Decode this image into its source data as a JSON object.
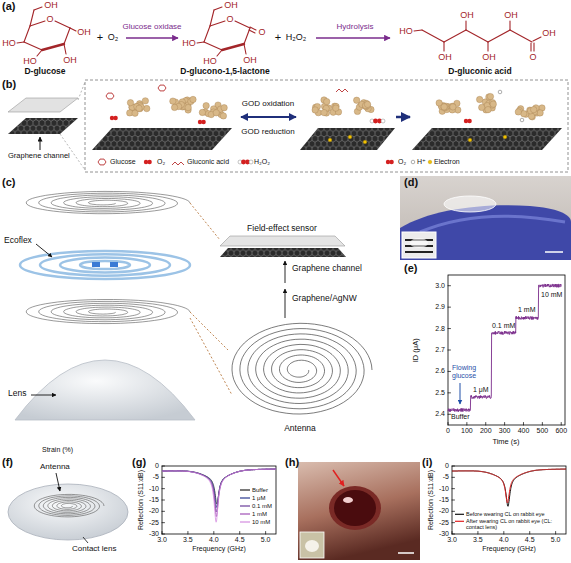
{
  "diagram": {
    "labels": [
      "(a)",
      "OH",
      "O",
      "OH",
      "OH",
      "HO",
      "HO",
      "D-glucose",
      "+",
      "O₂",
      "Glucose oxidase",
      "OH",
      "O",
      "O",
      "OH",
      "HO",
      "HO",
      "D-glucono-1,5-lactone",
      "+",
      "H₂O₂",
      "Hydrolysis",
      "HO",
      "OH",
      "OH",
      "OH",
      "OH",
      "O",
      "OH",
      "D-gluconic acid",
      "(b)",
      "Graphene channel",
      "GOD oxidation",
      "GOD reduction",
      "Glucose",
      "O₂",
      "Gluconic acid",
      "H₂O₂",
      "O₂",
      "H⁺",
      "Electron",
      "(c)",
      "Ecoflex",
      "Field-effect sensor",
      "Graphene channel",
      "Graphene/AgNW",
      "Antenna",
      "Lens",
      "Strain (%)",
      "(d)",
      "(e)",
      "ID (μA)",
      "2.4",
      "2.5",
      "2.6",
      "2.7",
      "2.8",
      "2.9",
      "3.0",
      "0",
      "100",
      "200",
      "300",
      "400",
      "500",
      "600",
      "Time (s)",
      "Buffer",
      "Flowing glucose",
      "1 μM",
      "0.1 mM",
      "1 mM",
      "10 mM",
      "(f)",
      "Antenna",
      "Contact lens",
      "(g)",
      "Reflection (S11:dB)",
      "0",
      "-5",
      "-10",
      "-15",
      "-20",
      "-25",
      "-30",
      "3.0",
      "3.5",
      "4.0",
      "4.5",
      "5.0",
      "Frequency (GHz)",
      "(h)",
      "(i)",
      "Reflection (S11:dB)",
      "0",
      "-5",
      "-10",
      "-15",
      "-20",
      "-25",
      "-30",
      "3.0",
      "3.5",
      "4.0",
      "4.5",
      "5.0",
      "Frequency (GHz)"
    ],
    "legend": [
      {
        "text": "Buffer"
      },
      {
        "text": "1 μM"
      },
      {
        "text": "0.1 mM"
      },
      {
        "text": "1 mM"
      },
      {
        "text": "10 mM"
      },
      {
        "text": "Before wearing CL on rabbit eye"
      },
      {
        "text": "After wearing CL on rabbit eye (CL: contact lens)"
      }
    ]
  }
}
